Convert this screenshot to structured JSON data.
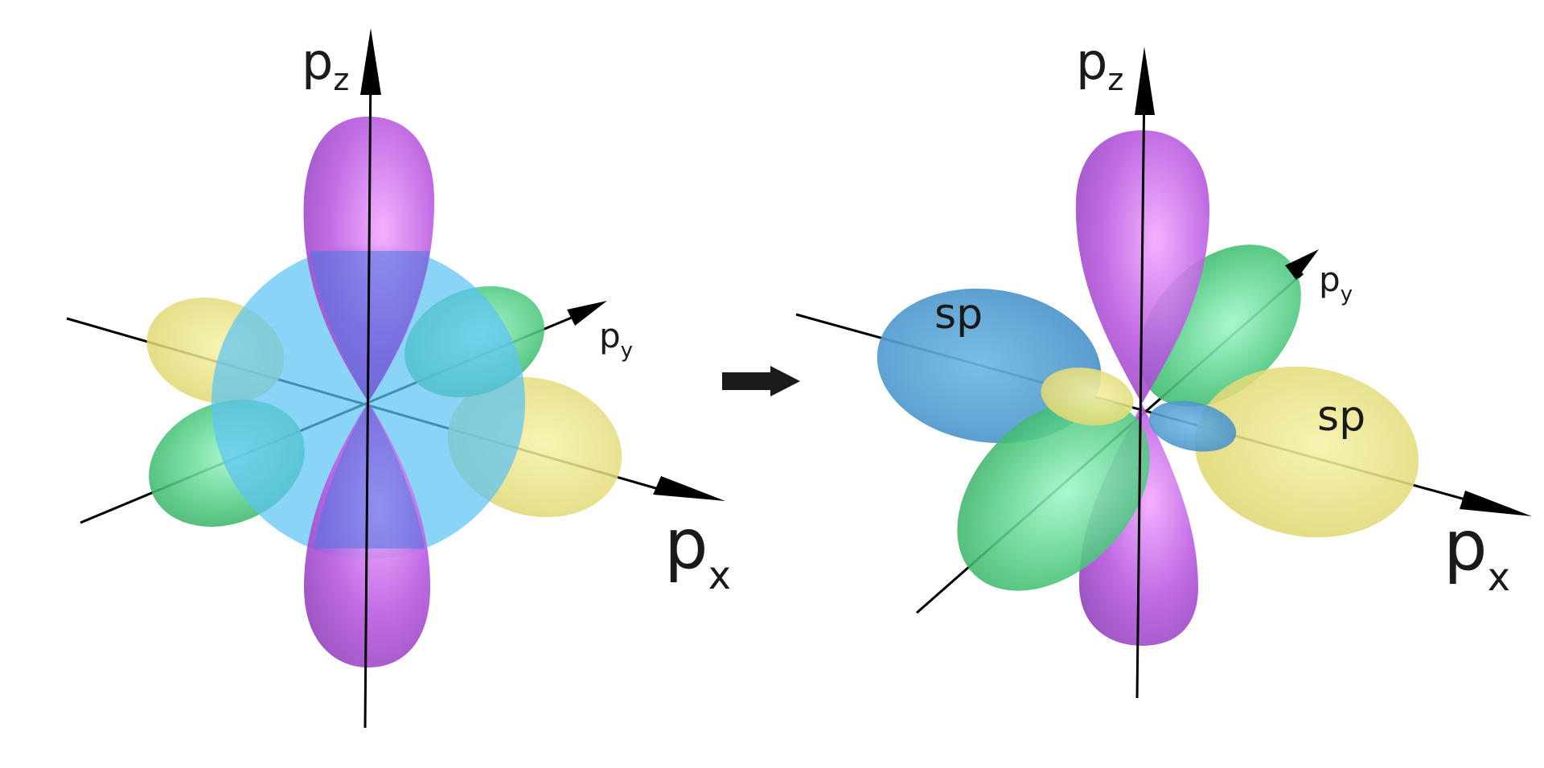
{
  "left_panel": {
    "pz_label": {
      "main": "p",
      "sub": "z"
    },
    "py_label": {
      "main": "p",
      "sub": "y"
    },
    "px_label": {
      "main": "p",
      "sub": "x"
    }
  },
  "right_panel": {
    "pz_label": {
      "main": "p",
      "sub": "z"
    },
    "py_label": {
      "main": "p",
      "sub": "y"
    },
    "px_label": {
      "main": "p",
      "sub": "x"
    },
    "sp_upper": "sp",
    "sp_lower": "sp"
  },
  "colors": {
    "pz_lobe": "#b255dc",
    "px_lobe": "#e4dc7a",
    "py_lobe": "#46c57a",
    "s_sphere": "#5cc3f4",
    "sp_lobe": "#4c96c8",
    "axis": "#000000"
  }
}
